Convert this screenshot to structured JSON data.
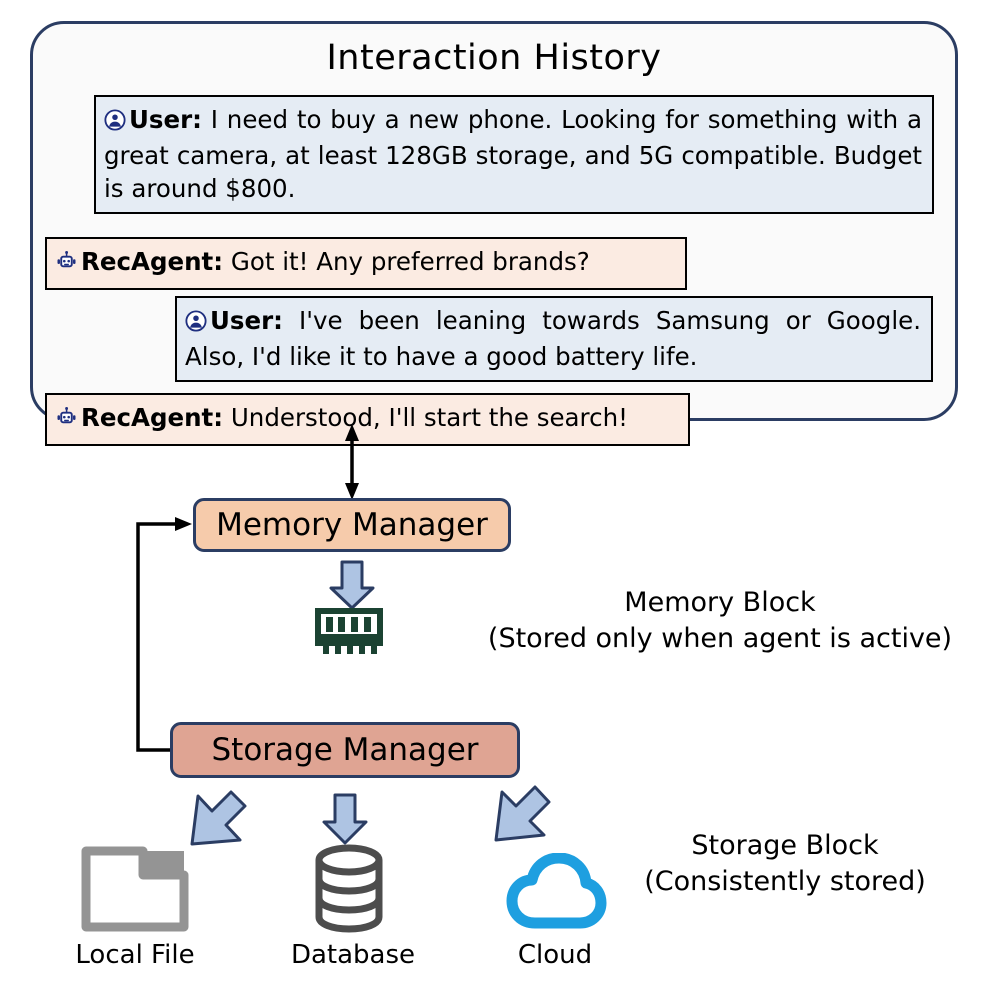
{
  "diagram": {
    "title": "Interaction History",
    "history": {
      "messages": [
        {
          "role": "User",
          "speaker_label": "User:",
          "icon": "user-circle-icon",
          "text": " I need to buy a new phone. Looking for something with a great camera, at least 128GB storage, and 5G compatible. Budget is around $800.",
          "bg": "#e5ecf4"
        },
        {
          "role": "RecAgent",
          "speaker_label": "RecAgent:",
          "icon": "robot-icon",
          "text": " Got it! Any preferred brands?",
          "bg": "#fbebe2"
        },
        {
          "role": "User",
          "speaker_label": "User:",
          "icon": "user-circle-icon",
          "text": " I've been leaning towards Samsung or Google. Also, I'd like it to have a good battery life.",
          "bg": "#e5ecf4"
        },
        {
          "role": "RecAgent",
          "speaker_label": "RecAgent:",
          "icon": "robot-icon",
          "text": " Understood, I'll start the search!",
          "bg": "#fbebe2"
        }
      ]
    },
    "nodes": {
      "memory_manager": {
        "label": "Memory Manager",
        "color": "#f6cbab"
      },
      "storage_manager": {
        "label": "Storage Manager",
        "color": "#dfa493"
      }
    },
    "annotations": {
      "memory_block_title": "Memory Block",
      "memory_block_subtitle": "(Stored only when agent is active)",
      "storage_block_title": "Storage Block",
      "storage_block_subtitle": "(Consistently stored)"
    },
    "storage_targets": [
      {
        "label": "Local File",
        "icon": "folder-icon",
        "color": "#949494"
      },
      {
        "label": "Database",
        "icon": "database-icon",
        "color": "#4d4d4d"
      },
      {
        "label": "Cloud",
        "icon": "cloud-icon",
        "color": "#1e9fe0"
      }
    ],
    "icons": {
      "memory_chip": "memory-chip-icon"
    },
    "colors": {
      "panel_border": "#2b3d63",
      "panel_bg": "#fafafa",
      "arrow_fill": "#aec4e3",
      "arrow_stroke": "#2b3d63",
      "connector_line": "#000000",
      "memory_chip": "#1b4332"
    }
  }
}
